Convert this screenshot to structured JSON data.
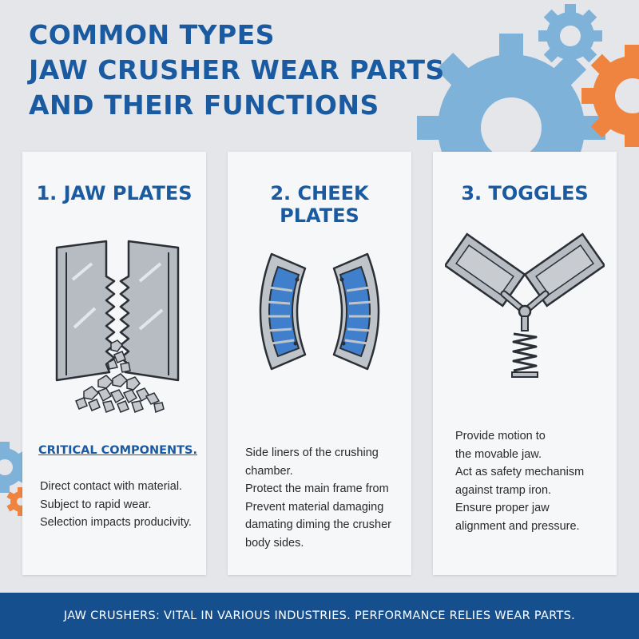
{
  "title": {
    "line1": "COMMON TYPES",
    "line2": "JAW CRUSHER WEAR PARTS",
    "line3": "AND THEIR FUNCTIONS"
  },
  "colors": {
    "brand_blue": "#1a5aa0",
    "footer_blue": "#154f8e",
    "gear_blue": "#7fb2d9",
    "gear_orange": "#ee8440",
    "metal": "#b7bcc3"
  },
  "cards": [
    {
      "heading": "1. JAW PLATES",
      "subheading": "CRITICAL COMPONENTS.",
      "icon": "jaw-plates-illustration",
      "bullets": [
        "Direct contact with material.",
        "Subject to rapid wear.",
        "Selection impacts producivity."
      ]
    },
    {
      "heading": "2. CHEEK PLATES",
      "icon": "cheek-plates-illustration",
      "bullets": [
        "Side liners of the crushing",
        "chamber.",
        "Protect the main frame from",
        "Prevent material damaging",
        "damating diming the crusher",
        "body sides."
      ]
    },
    {
      "heading": "3. TOGGLES",
      "icon": "toggles-illustration",
      "bullets": [
        "Provide motion to",
        "the movable jaw.",
        "Act as safety mechanism",
        "against tramp iron.",
        "Ensure proper jaw",
        "alignment and pressure."
      ]
    }
  ],
  "footer": {
    "text": "JAW CRUSHERS: VITAL IN VARIOUS INDUSTRIES. PERFORMANCE RELIES WEAR PARTS."
  }
}
